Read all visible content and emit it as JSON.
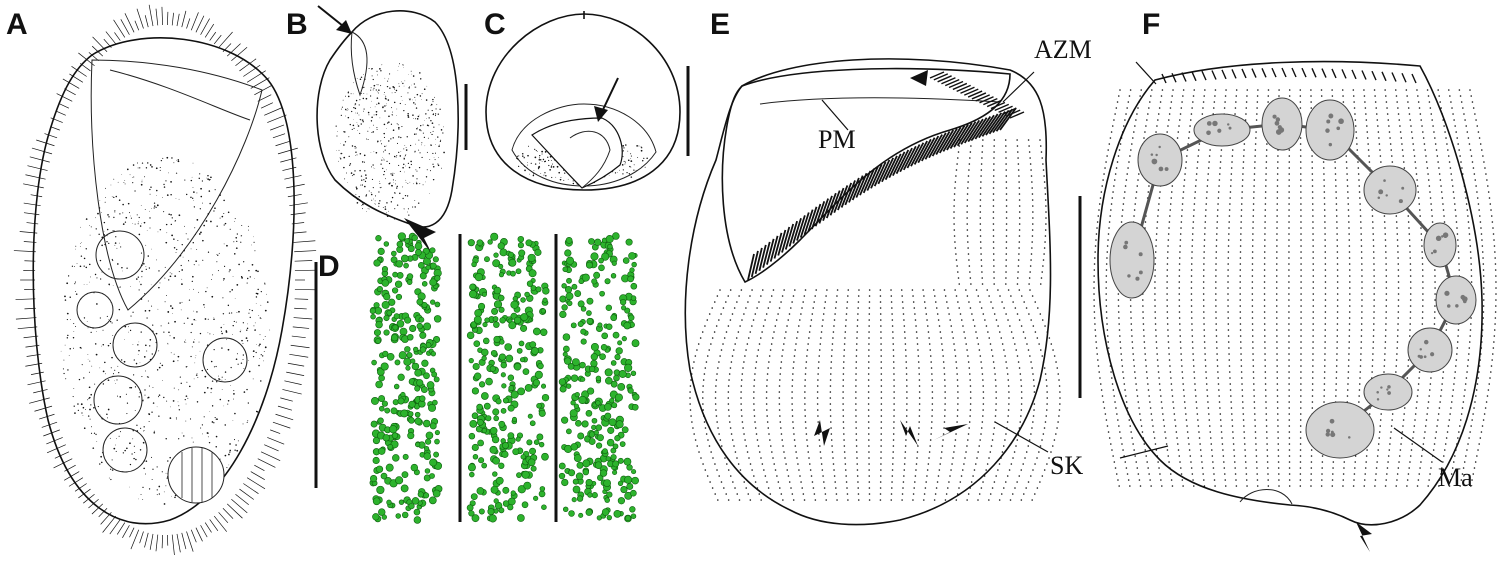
{
  "panels": {
    "A": "A",
    "B": "B",
    "C": "C",
    "D": "D",
    "E": "E",
    "F": "F"
  },
  "labels": {
    "azm": "AZM",
    "pm": "PM",
    "sk": "SK",
    "ma": "Ma"
  },
  "colors": {
    "ink": "#111111",
    "granule_fill": "#2db32d",
    "granule_stroke": "#0f5f0f",
    "macronucleus_fill": "#d4d4d4",
    "background": "#ffffff"
  },
  "icons": [
    "arrow-icon",
    "arrowhead-icon"
  ]
}
